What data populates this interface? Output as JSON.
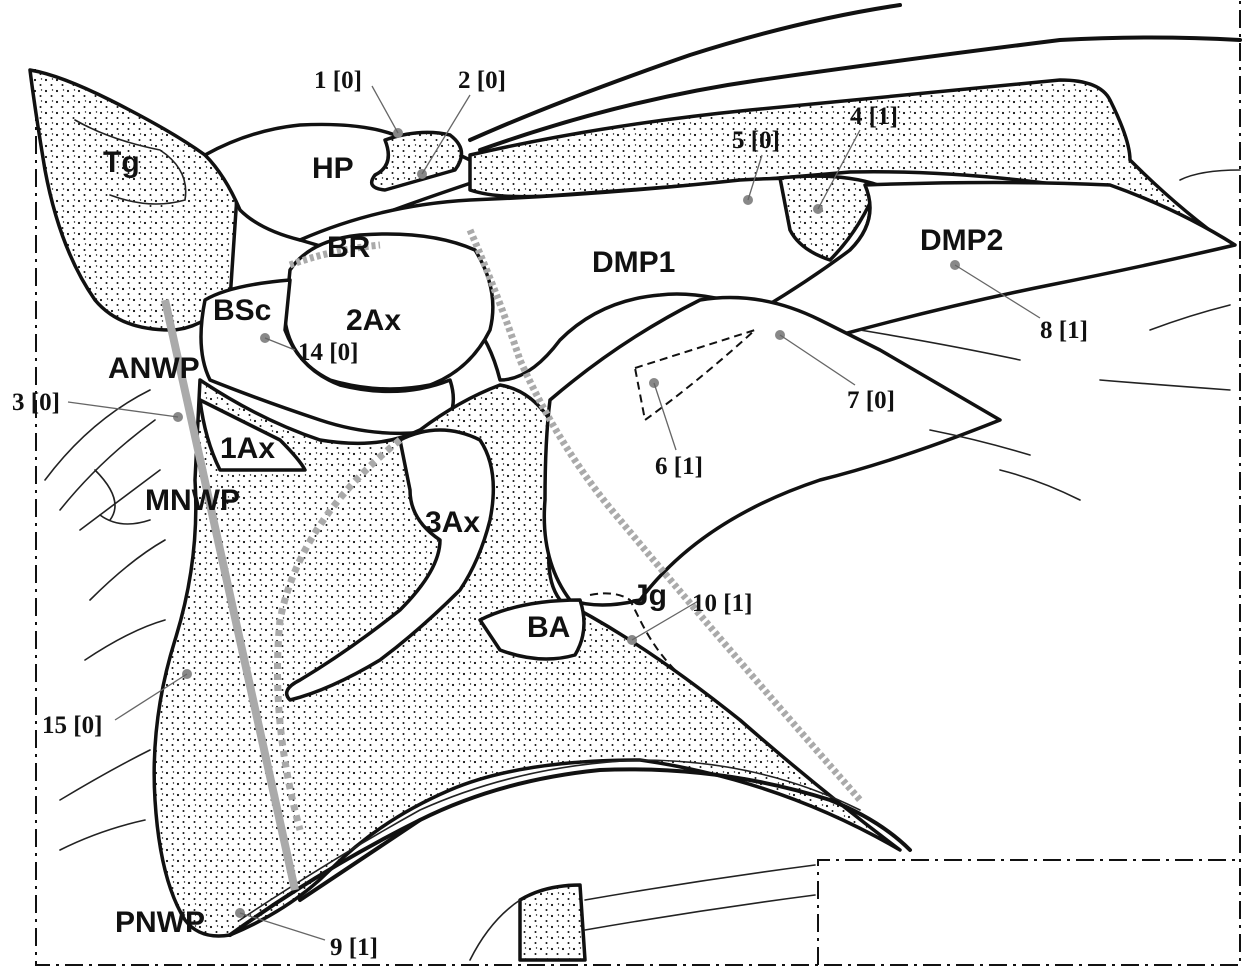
{
  "regions": {
    "tg": "Tg",
    "hp": "HP",
    "br": "BR",
    "bsc": "BSc",
    "ax2": "2Ax",
    "dmp1": "DMP1",
    "dmp2": "DMP2",
    "anwp": "ANWP",
    "ax1": "1Ax",
    "mnwp": "MNWP",
    "ax3": "3Ax",
    "ba": "BA",
    "jg": "Jg",
    "pnwp": "PNWP"
  },
  "callouts": {
    "c1": "1 [0]",
    "c2": "2 [0]",
    "c3": "3 [0]",
    "c4": "4 [1]",
    "c5": "5 [0]",
    "c6": "6 [1]",
    "c7": "7 [0]",
    "c8": "8 [1]",
    "c9": "9 [1]",
    "c10": "10 [1]",
    "c14": "14 [0]",
    "c15": "15 [0]"
  }
}
